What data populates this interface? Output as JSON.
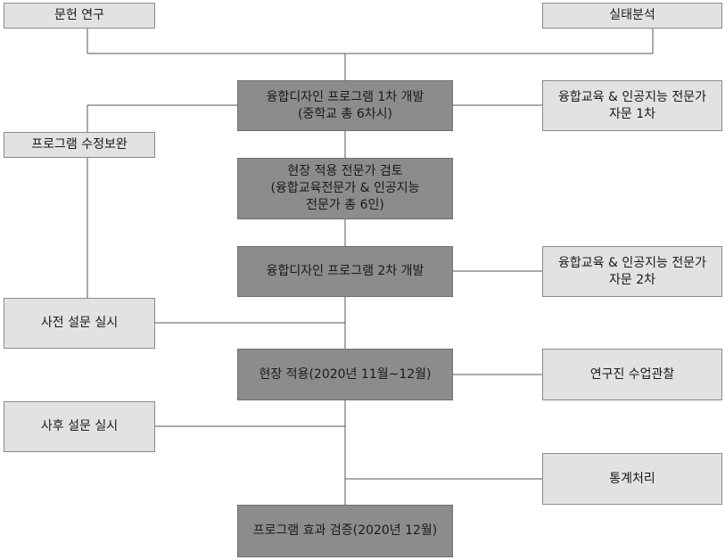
{
  "diagram": {
    "nodes": {
      "literature_review": "문헌 연구",
      "status_analysis": "실태분석",
      "dev1": "융합디자인 프로그램 1차 개발\n(중학교 총 6차시)",
      "advice1": "융합교육 & 인공지능 전문가\n자문 1차",
      "revision": "프로그램 수정보완",
      "expert_review": "현장 적용 전문가 검토\n(융합교육전문가 & 인공지능\n전문가 총 6인)",
      "dev2": "융합디자인 프로그램 2차 개발",
      "advice2": "융합교육 & 인공지능 전문가\n자문 2차",
      "pre_survey": "사전 설문 실시",
      "field_apply": "현장 적용(2020년 11월~12월)",
      "observation": "연구진 수업관찰",
      "post_survey": "사후 설문 실시",
      "statistics": "통계처리",
      "verification": "프로그램 효과 검증(2020년 12월)"
    },
    "colors": {
      "dark_box": "#8c8c8c",
      "light_box": "#e2e2e2",
      "line": "#555555"
    }
  }
}
